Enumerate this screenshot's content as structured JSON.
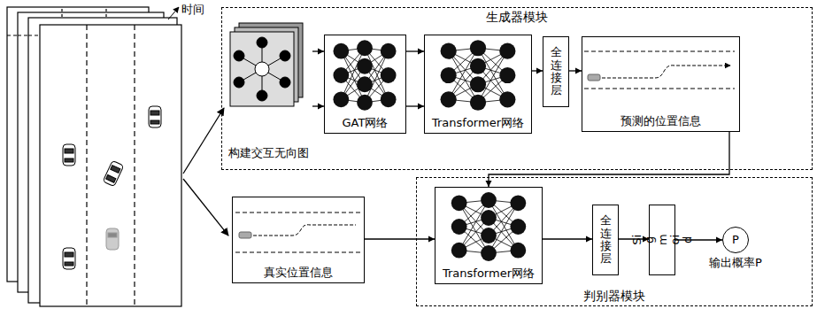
{
  "diagram": {
    "nodes": [
      {
        "text": [
          "生成器模块"
        ]
      },
      {
        "text": [
          "构建交互无向图"
        ],
        "in": 0
      },
      {
        "text": [
          "GAT网络"
        ],
        "in": 0
      },
      {
        "text": [
          "Transformer网络"
        ],
        "in": 0
      },
      {
        "text": [
          "全连接层"
        ],
        "in": 0
      },
      {
        "text": [
          "预测的位置信息"
        ],
        "in": 0
      },
      {
        "text": [
          "真实位置信息"
        ]
      },
      {
        "text": [
          "判别器模块"
        ]
      },
      {
        "text": [
          "Transformer网络"
        ],
        "in": 7
      },
      {
        "text": [
          "全连接层"
        ],
        "in": 7
      },
      {
        "text": [
          "Sigmoid"
        ],
        "in": 7
      },
      {
        "text": [
          "P",
          "输出概率P"
        ],
        "in": 7
      }
    ],
    "edges": [
      {
        "from": 1,
        "to": 2,
        "arrow": "to"
      },
      {
        "from": 2,
        "to": 3,
        "arrow": "to"
      },
      {
        "from": 3,
        "to": 4,
        "arrow": "to"
      },
      {
        "from": 4,
        "to": 5,
        "arrow": "to"
      },
      {
        "from": 5,
        "to": 8,
        "arrow": "to"
      },
      {
        "from": 6,
        "to": 8,
        "arrow": "to"
      },
      {
        "from": 8,
        "to": 9,
        "arrow": "to"
      },
      {
        "from": 9,
        "to": 10,
        "arrow": "to"
      },
      {
        "from": 10,
        "to": 11,
        "arrow": "to"
      }
    ],
    "labels": [
      "时间"
    ]
  }
}
